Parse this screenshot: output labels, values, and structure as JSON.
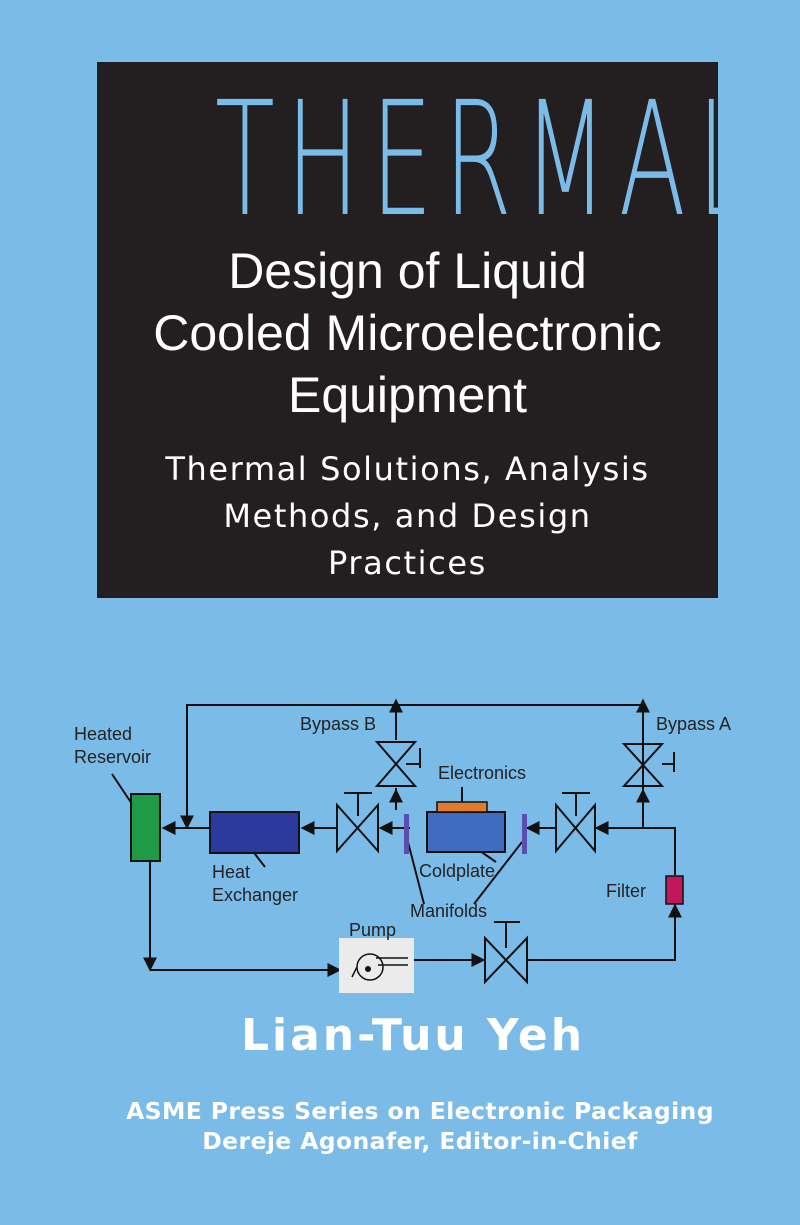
{
  "cover": {
    "series_title": "THERMAL",
    "title_lines": [
      "Design of Liquid",
      "Cooled Microelectronic",
      "Equipment"
    ],
    "subtitle_lines": [
      "Thermal Solutions, Analysis",
      "Methods, and Design",
      "Practices"
    ],
    "author": "Lian-Tuu Yeh",
    "series_lines": [
      "ASME Press Series on Electronic Packaging",
      "Dereje Agonafer, Editor-in-Chief"
    ]
  },
  "diagram": {
    "labels": {
      "heated_reservoir": [
        "Heated",
        "Reservoir"
      ],
      "bypass_b": "Bypass B",
      "bypass_a": "Bypass A",
      "electronics": "Electronics",
      "heat_exchanger": [
        "Heat",
        "Exchanger"
      ],
      "coldplate": "Coldplate",
      "manifolds": "Manifolds",
      "filter": "Filter",
      "pump": "Pump"
    },
    "colors": {
      "reservoir": "#1f9a46",
      "heat_exchanger": "#2b3a9c",
      "coldplate": "#3f6cc0",
      "electronics": "#e07a2e",
      "manifold": "#5a4fb0",
      "filter": "#c2185b",
      "pump_box": "#ebebeb",
      "line": "#111111"
    }
  }
}
